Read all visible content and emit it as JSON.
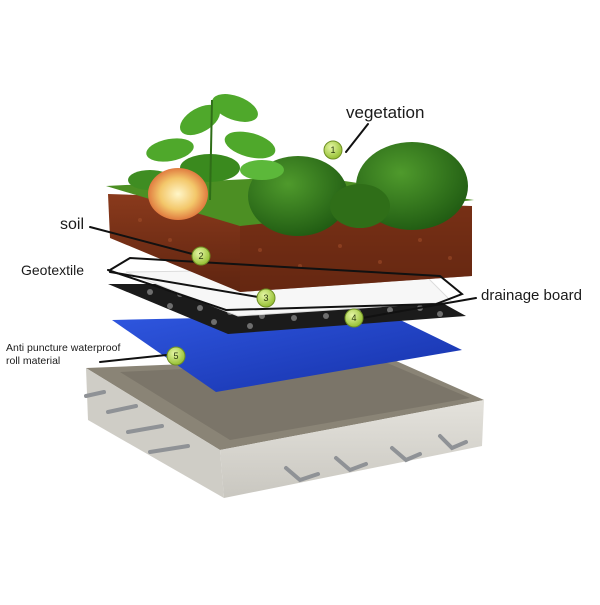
{
  "labels": {
    "vegetation": "vegetation",
    "soil": "soil",
    "geotextile": "Geotextile",
    "drainage_board": "drainage board",
    "anti_puncture_line1": "Anti puncture waterproof",
    "anti_puncture_line2": "roll material"
  },
  "markers": [
    "1",
    "2",
    "3",
    "4",
    "5"
  ],
  "colors": {
    "soil": "#7a2f16",
    "geotextile": "#f7f7f7",
    "drainage": "#1b1b1b",
    "membrane": "#1f3fc4",
    "concrete": "#d8d6d0",
    "marker": "#b9dd55"
  }
}
